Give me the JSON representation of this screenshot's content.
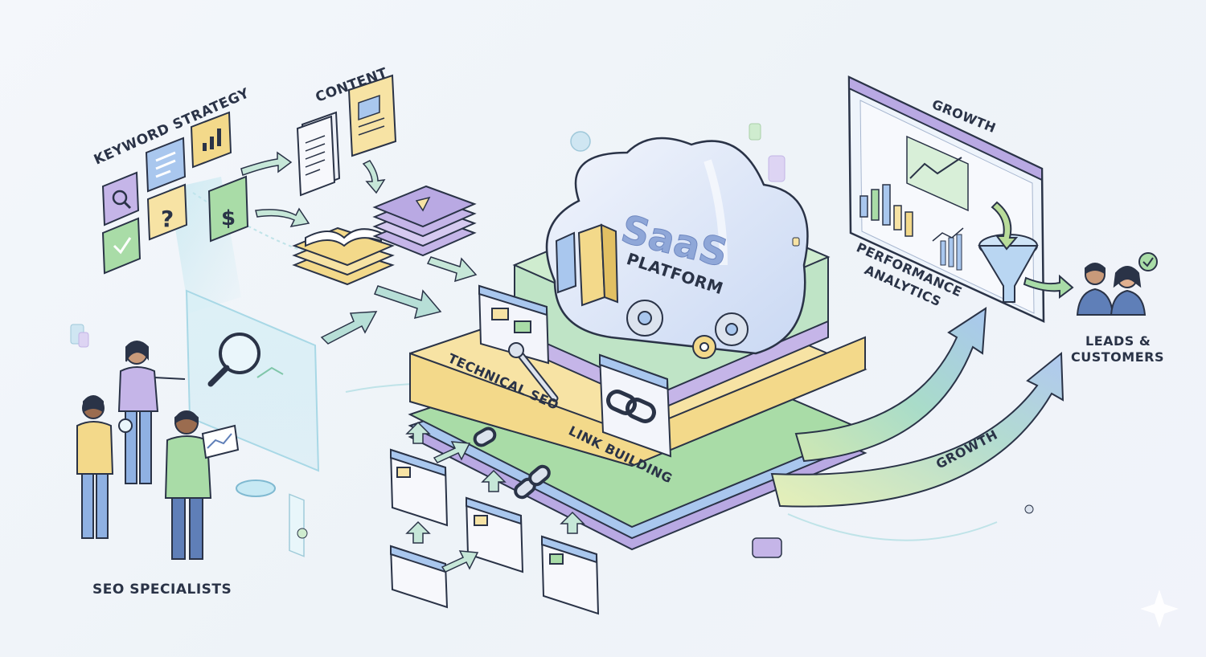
{
  "labels": {
    "keyword_strategy": "KEYWORD STRATEGY",
    "content": "CONTENT",
    "saas": "SaaS",
    "platform": "PLATFORM",
    "technical_seo": "TECHNICAL SEO",
    "link_building": "LINK BUILDING",
    "growth_top": "GROWTH",
    "growth_arrow": "GROWTH",
    "performance": "PERFORMANCE",
    "analytics": "ANALYTICS",
    "leads": "LEADS &",
    "customers": "CUSTOMERS",
    "seo_specialists": "SEO SPECIALISTS"
  },
  "icons": {
    "keyword_tiles": [
      "magnifier-icon",
      "document-icon",
      "bar-chart-icon",
      "question-icon",
      "dollar-icon",
      "check-icon"
    ],
    "content": [
      "document-stack-icon",
      "article-icon",
      "book-stack-icon",
      "video-stack-icon"
    ],
    "platform": [
      "buildings-icon",
      "gears-icon",
      "wrench-icon",
      "chain-link-icon"
    ],
    "analytics": [
      "bar-chart-icon",
      "line-chart-icon",
      "funnel-icon"
    ],
    "people": [
      "seo-specialist-figures",
      "customer-avatars"
    ]
  },
  "colors": {
    "ink": "#2a3347",
    "purple": "#b9a9e3",
    "blue": "#a9c7ee",
    "green": "#a9dca7",
    "yellow": "#f7e3a4",
    "teal": "#9fdcdc",
    "arrow": "#a9cfc0"
  }
}
